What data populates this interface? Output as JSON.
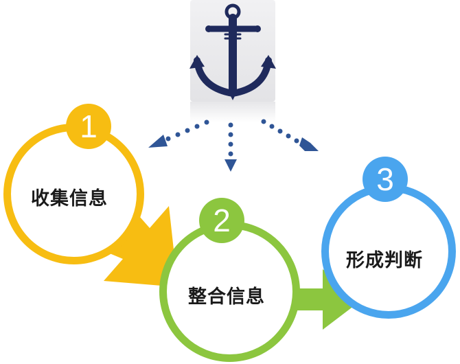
{
  "steps": [
    {
      "number": "1",
      "label": "收集信息",
      "color": "#f7bd12"
    },
    {
      "number": "2",
      "label": "整合信息",
      "color": "#8cc63f"
    },
    {
      "number": "3",
      "label": "形成判断",
      "color": "#4aa5ee"
    }
  ],
  "colors": {
    "anchor": "#1f2a5c",
    "dotted_arrows": "#2f5596",
    "ring_fill": "#ffffff"
  },
  "icons": {
    "top": "anchor-icon"
  }
}
